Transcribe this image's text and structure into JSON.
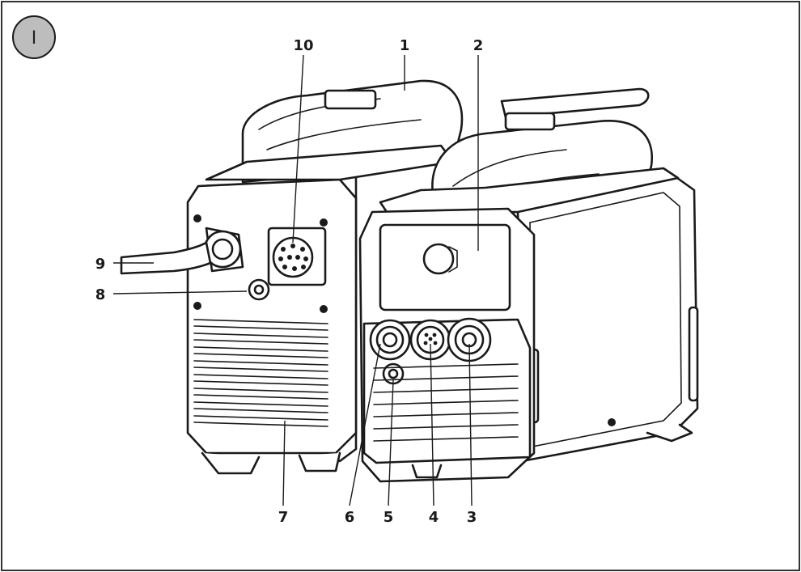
{
  "figure": {
    "badge": "I",
    "colors": {
      "outline": "#1a1a1a",
      "badge_fill": "#bdbdbd",
      "frame": "#333333"
    },
    "callouts": [
      {
        "id": "1",
        "label": "1"
      },
      {
        "id": "2",
        "label": "2"
      },
      {
        "id": "3",
        "label": "3"
      },
      {
        "id": "4",
        "label": "4"
      },
      {
        "id": "5",
        "label": "5"
      },
      {
        "id": "6",
        "label": "6"
      },
      {
        "id": "7",
        "label": "7"
      },
      {
        "id": "8",
        "label": "8"
      },
      {
        "id": "9",
        "label": "9"
      },
      {
        "id": "10",
        "label": "10"
      }
    ]
  }
}
